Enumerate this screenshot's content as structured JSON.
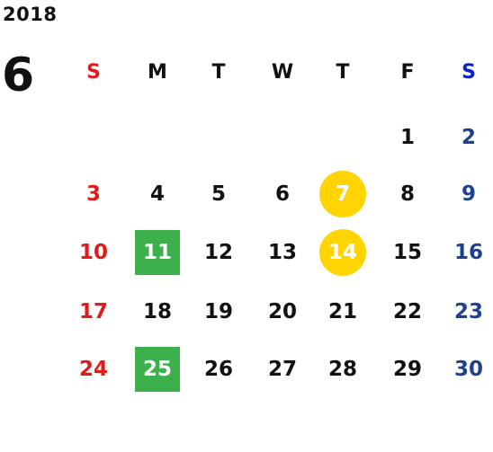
{
  "calendar": {
    "year": "2018",
    "month": "6",
    "weekdays": [
      "S",
      "M",
      "T",
      "W",
      "T",
      "F",
      "S"
    ],
    "days": [
      [
        "",
        "",
        "",
        "",
        "",
        "1",
        "2"
      ],
      [
        "3",
        "4",
        "5",
        "6",
        "7",
        "8",
        "9"
      ],
      [
        "10",
        "11",
        "12",
        "13",
        "14",
        "15",
        "16"
      ],
      [
        "17",
        "18",
        "19",
        "20",
        "21",
        "22",
        "23"
      ],
      [
        "24",
        "25",
        "26",
        "27",
        "28",
        "29",
        "30"
      ]
    ]
  },
  "highlights": {
    "yellow_days": [
      "7",
      "14"
    ],
    "green_days": [
      "11",
      "25"
    ]
  },
  "colors": {
    "sunday": "#e31a1a",
    "saturday_header": "#0a22cc",
    "saturday": "#1f3f8f",
    "yellow_marker": "#ffd400",
    "green_marker": "#3cb04a"
  }
}
